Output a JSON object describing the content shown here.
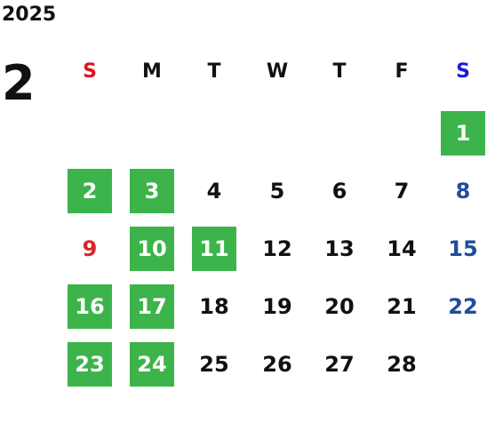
{
  "calendar": {
    "year": "2025",
    "month": "2",
    "weekdays": [
      {
        "label": "S",
        "color": "#e0141e"
      },
      {
        "label": "M",
        "color": "#111111"
      },
      {
        "label": "T",
        "color": "#111111"
      },
      {
        "label": "W",
        "color": "#111111"
      },
      {
        "label": "T",
        "color": "#111111"
      },
      {
        "label": "F",
        "color": "#111111"
      },
      {
        "label": "S",
        "color": "#1a1ad6"
      }
    ],
    "first_weekday": 6,
    "days": [
      {
        "label": "1",
        "marked": true
      },
      {
        "label": "2",
        "marked": true
      },
      {
        "label": "3",
        "marked": true
      },
      {
        "label": "4",
        "marked": false
      },
      {
        "label": "5",
        "marked": false
      },
      {
        "label": "6",
        "marked": false
      },
      {
        "label": "7",
        "marked": false
      },
      {
        "label": "8",
        "marked": false
      },
      {
        "label": "9",
        "marked": false
      },
      {
        "label": "10",
        "marked": true
      },
      {
        "label": "11",
        "marked": true
      },
      {
        "label": "12",
        "marked": false
      },
      {
        "label": "13",
        "marked": false
      },
      {
        "label": "14",
        "marked": false
      },
      {
        "label": "15",
        "marked": false
      },
      {
        "label": "16",
        "marked": true
      },
      {
        "label": "17",
        "marked": true
      },
      {
        "label": "18",
        "marked": false
      },
      {
        "label": "19",
        "marked": false
      },
      {
        "label": "20",
        "marked": false
      },
      {
        "label": "21",
        "marked": false
      },
      {
        "label": "22",
        "marked": false
      },
      {
        "label": "23",
        "marked": true
      },
      {
        "label": "24",
        "marked": true
      },
      {
        "label": "25",
        "marked": false
      },
      {
        "label": "26",
        "marked": false
      },
      {
        "label": "27",
        "marked": false
      },
      {
        "label": "28",
        "marked": false
      }
    ],
    "colors": {
      "marked_background": "#3cb44b",
      "sunday_text": "#d9262b",
      "saturday_text": "#1f4da0"
    }
  }
}
